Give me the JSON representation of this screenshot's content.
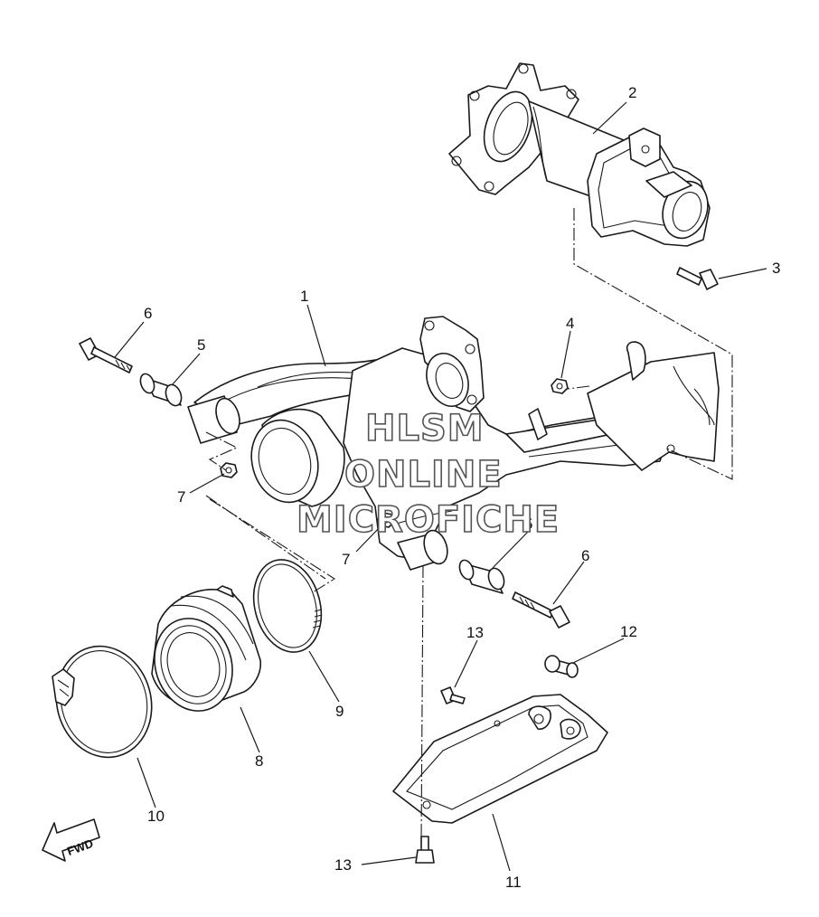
{
  "watermark": {
    "line1": "HLSM",
    "line2": "ONLINE",
    "line3": "MICROFICHE"
  },
  "fwd_label": "FWD",
  "callouts": [
    {
      "id": "c1",
      "label": "1"
    },
    {
      "id": "c2",
      "label": "2"
    },
    {
      "id": "c3",
      "label": "3"
    },
    {
      "id": "c4",
      "label": "4"
    },
    {
      "id": "c5a",
      "label": "5"
    },
    {
      "id": "c5b",
      "label": "5"
    },
    {
      "id": "c6a",
      "label": "6"
    },
    {
      "id": "c6b",
      "label": "6"
    },
    {
      "id": "c7a",
      "label": "7"
    },
    {
      "id": "c7b",
      "label": "7"
    },
    {
      "id": "c8",
      "label": "8"
    },
    {
      "id": "c9",
      "label": "9"
    },
    {
      "id": "c10",
      "label": "10"
    },
    {
      "id": "c11",
      "label": "11"
    },
    {
      "id": "c12",
      "label": "12"
    },
    {
      "id": "c13a",
      "label": "13"
    },
    {
      "id": "c13b",
      "label": "13"
    }
  ]
}
